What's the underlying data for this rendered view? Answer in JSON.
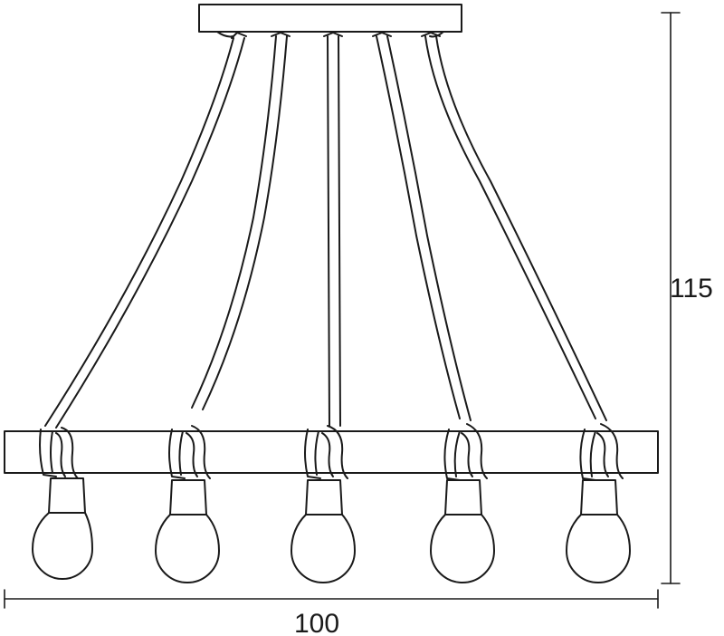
{
  "dimensions": {
    "width_label": "100",
    "height_label": "115"
  },
  "lamp": {
    "bulb_count": 5
  }
}
